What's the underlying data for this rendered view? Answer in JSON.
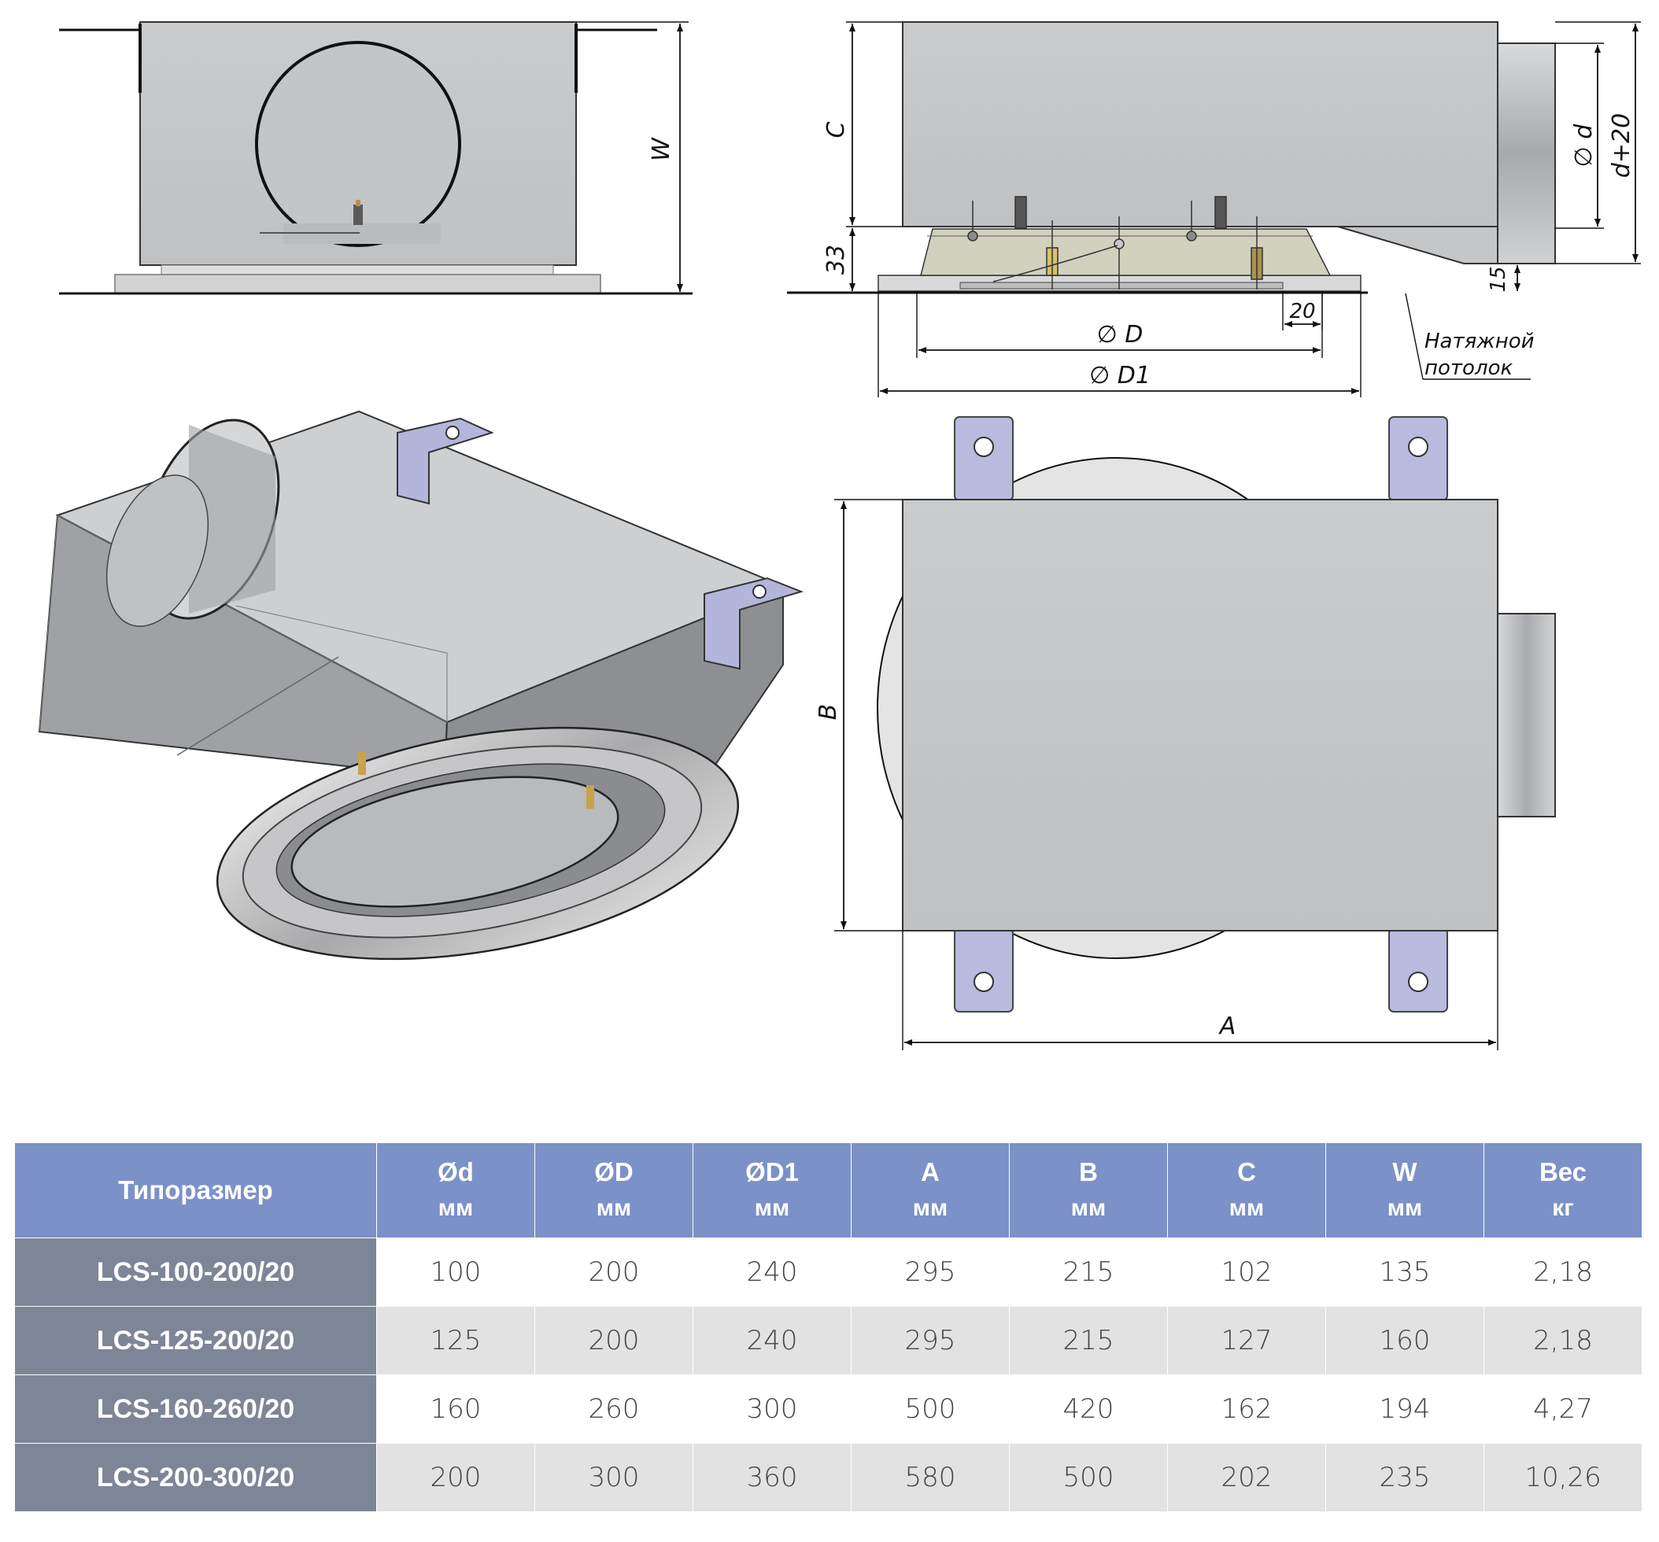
{
  "drawing": {
    "front_view": {
      "dim_w": "W"
    },
    "side_view": {
      "dim_c": "C",
      "dim_33": "33",
      "dim_phi_d": "∅ d",
      "dim_d20": "d+20",
      "dim_15": "15",
      "dim_20": "20",
      "dim_phi_D": "∅ D",
      "dim_phi_D1": "∅ D1",
      "ceiling_label_1": "Натяжной",
      "ceiling_label_2": "потолок"
    },
    "top_view": {
      "dim_a": "A",
      "dim_b": "B"
    }
  },
  "table": {
    "headers": [
      {
        "label": "Типоразмер",
        "unit": ""
      },
      {
        "label": "Ød",
        "unit": "мм"
      },
      {
        "label": "ØD",
        "unit": "мм"
      },
      {
        "label": "ØD1",
        "unit": "мм"
      },
      {
        "label": "A",
        "unit": "мм"
      },
      {
        "label": "B",
        "unit": "мм"
      },
      {
        "label": "C",
        "unit": "мм"
      },
      {
        "label": "W",
        "unit": "мм"
      },
      {
        "label": "Вес",
        "unit": "кг"
      }
    ],
    "rows": [
      [
        "LCS-100-200/20",
        "100",
        "200",
        "240",
        "295",
        "215",
        "102",
        "135",
        "2,18"
      ],
      [
        "LCS-125-200/20",
        "125",
        "200",
        "240",
        "295",
        "215",
        "127",
        "160",
        "2,18"
      ],
      [
        "LCS-160-260/20",
        "160",
        "260",
        "300",
        "500",
        "420",
        "162",
        "194",
        "4,27"
      ],
      [
        "LCS-200-300/20",
        "200",
        "300",
        "360",
        "580",
        "500",
        "202",
        "235",
        "10,26"
      ]
    ]
  },
  "colors": {
    "header_bg": "#7b91c8",
    "model_bg": "#7d8696",
    "row_alt_bg": "#e2e2e2",
    "box_gray": "#c4c6c8",
    "bracket_lilac": "#b7b8dc"
  }
}
